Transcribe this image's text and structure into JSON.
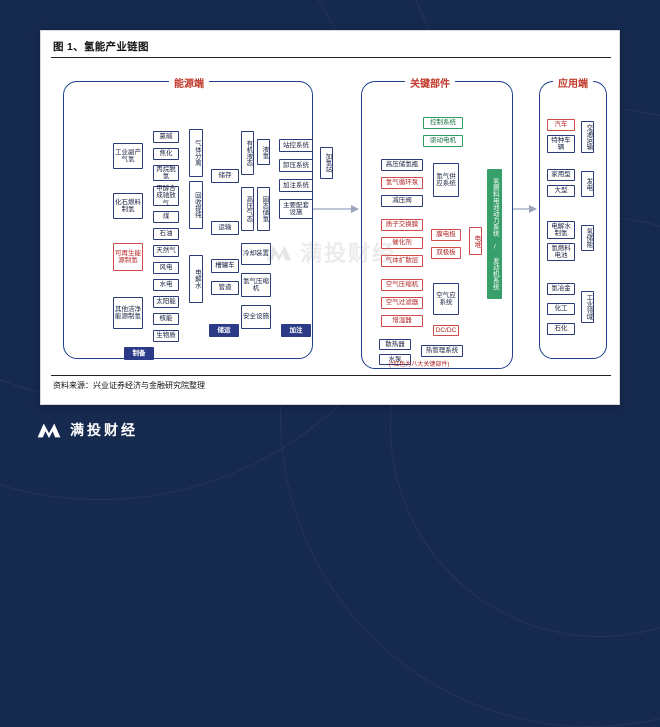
{
  "figure": {
    "title": "图 1、氢能产业链图",
    "source": "资料来源：兴业证券经济与金融研究院整理",
    "note": "(*红色为八大关键部件)",
    "watermark": "满投财经"
  },
  "brand": {
    "name": "满投财经"
  },
  "panels": {
    "energy": "能源端",
    "key_parts": "关键部件",
    "application": "应用端"
  },
  "energy": {
    "stage_labels": [
      "制备",
      "储运",
      "加注"
    ],
    "col_sources": [
      "工业副产气氢",
      "化石燃料制氢",
      "可再生能源制氢",
      "其他洁净能源制氢"
    ],
    "col_feed": [
      "氯碱",
      "焦化",
      "丙烷脱氢",
      "甲醇合成驰放气",
      "煤",
      "石油",
      "天然气",
      "风电",
      "水电",
      "太阳能",
      "核能",
      "生物质"
    ],
    "col_methods": [
      "气体分离",
      "回收提纯",
      "电解水"
    ],
    "col_process": [
      "储存",
      "运输",
      "槽罐车",
      "管道"
    ],
    "col_equip": [
      "有机液态",
      "液氢",
      "高压气态",
      "固态储氢",
      "冷却装置",
      "氢气压缩机",
      "安全设施"
    ],
    "col_station": [
      "站控系统",
      "卸压系统",
      "加注系统",
      "主要配套设施",
      "加氢站"
    ]
  },
  "key_parts": {
    "control": [
      "控制系统",
      "驱动电机"
    ],
    "storage": [
      "高压储氢瓶",
      "氢气循环泵",
      "减压阀",
      "氢气供应系统"
    ],
    "stack": [
      "质子交换膜",
      "催化剂",
      "气体扩散层",
      "膜电极",
      "双极板",
      "电堆"
    ],
    "air": [
      "空气压缩机",
      "空气过滤器",
      "增湿器",
      "空气应系统"
    ],
    "thermal": [
      "散热器",
      "水泵",
      "热管理系统",
      "DC/DC"
    ],
    "system_label": "氢燃料电池动力系统 / 发动机系统"
  },
  "application": {
    "groups": [
      {
        "items": [
          "汽车",
          "特种车辆"
        ],
        "label": "交通运输"
      },
      {
        "items": [
          "家用型",
          "大型"
        ],
        "label": "发电"
      },
      {
        "items": [
          "电解水制氢",
          "氢燃料电池"
        ],
        "label": "氢储能"
      },
      {
        "items": [
          "氢冶金",
          "化工",
          "石化"
        ],
        "label": "工业领域"
      }
    ]
  }
}
